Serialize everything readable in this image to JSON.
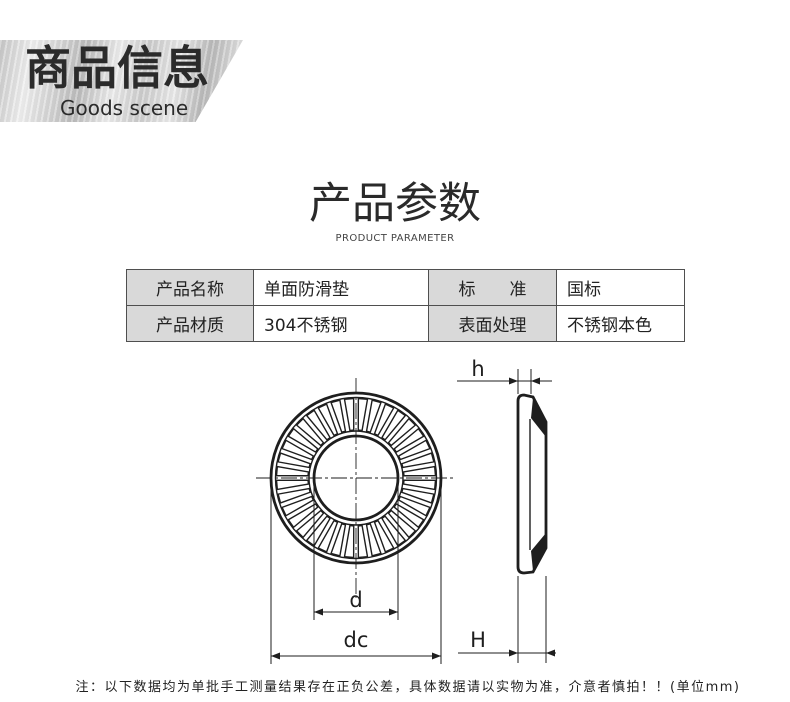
{
  "banner": {
    "title": "商品信息",
    "subtitle": "Goods scene"
  },
  "section": {
    "title": "产品参数",
    "subtitle": "PRODUCT PARAMETER"
  },
  "spec_table": {
    "rows": [
      {
        "label_1": "产品名称",
        "value_1": "单面防滑垫",
        "label_2": "标　　准",
        "value_2": "国标"
      },
      {
        "label_1": "产品材质",
        "value_1": "304不锈钢",
        "label_2": "表面处理",
        "value_2": "不锈钢本色"
      }
    ]
  },
  "diagram": {
    "labels": {
      "h": "h",
      "d": "d",
      "dc": "dc",
      "H": "H"
    }
  },
  "footnote": "注：以下数据均为单批手工测量结果存在正负公差，具体数据请以实物为准，介意者慎拍！！(单位mm)",
  "colors": {
    "banner_text": "#2b2b2b",
    "table_label_bg": "#d9d9d9",
    "table_border": "#4f4f4f",
    "drawing_line": "#1e1e1e"
  }
}
